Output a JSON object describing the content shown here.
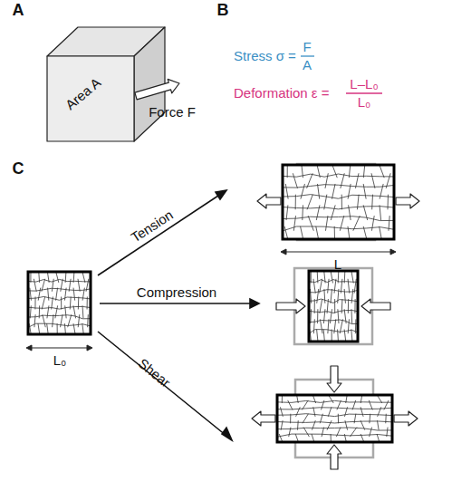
{
  "diagram": {
    "labels": [
      "A",
      "Area A",
      "Force F",
      "B",
      "Stress σ =",
      "F",
      "A",
      "Deformation ε =",
      "L–L₀",
      "L₀",
      "C",
      "L₀",
      "Tension",
      "Compression",
      "Shear",
      "L"
    ]
  }
}
